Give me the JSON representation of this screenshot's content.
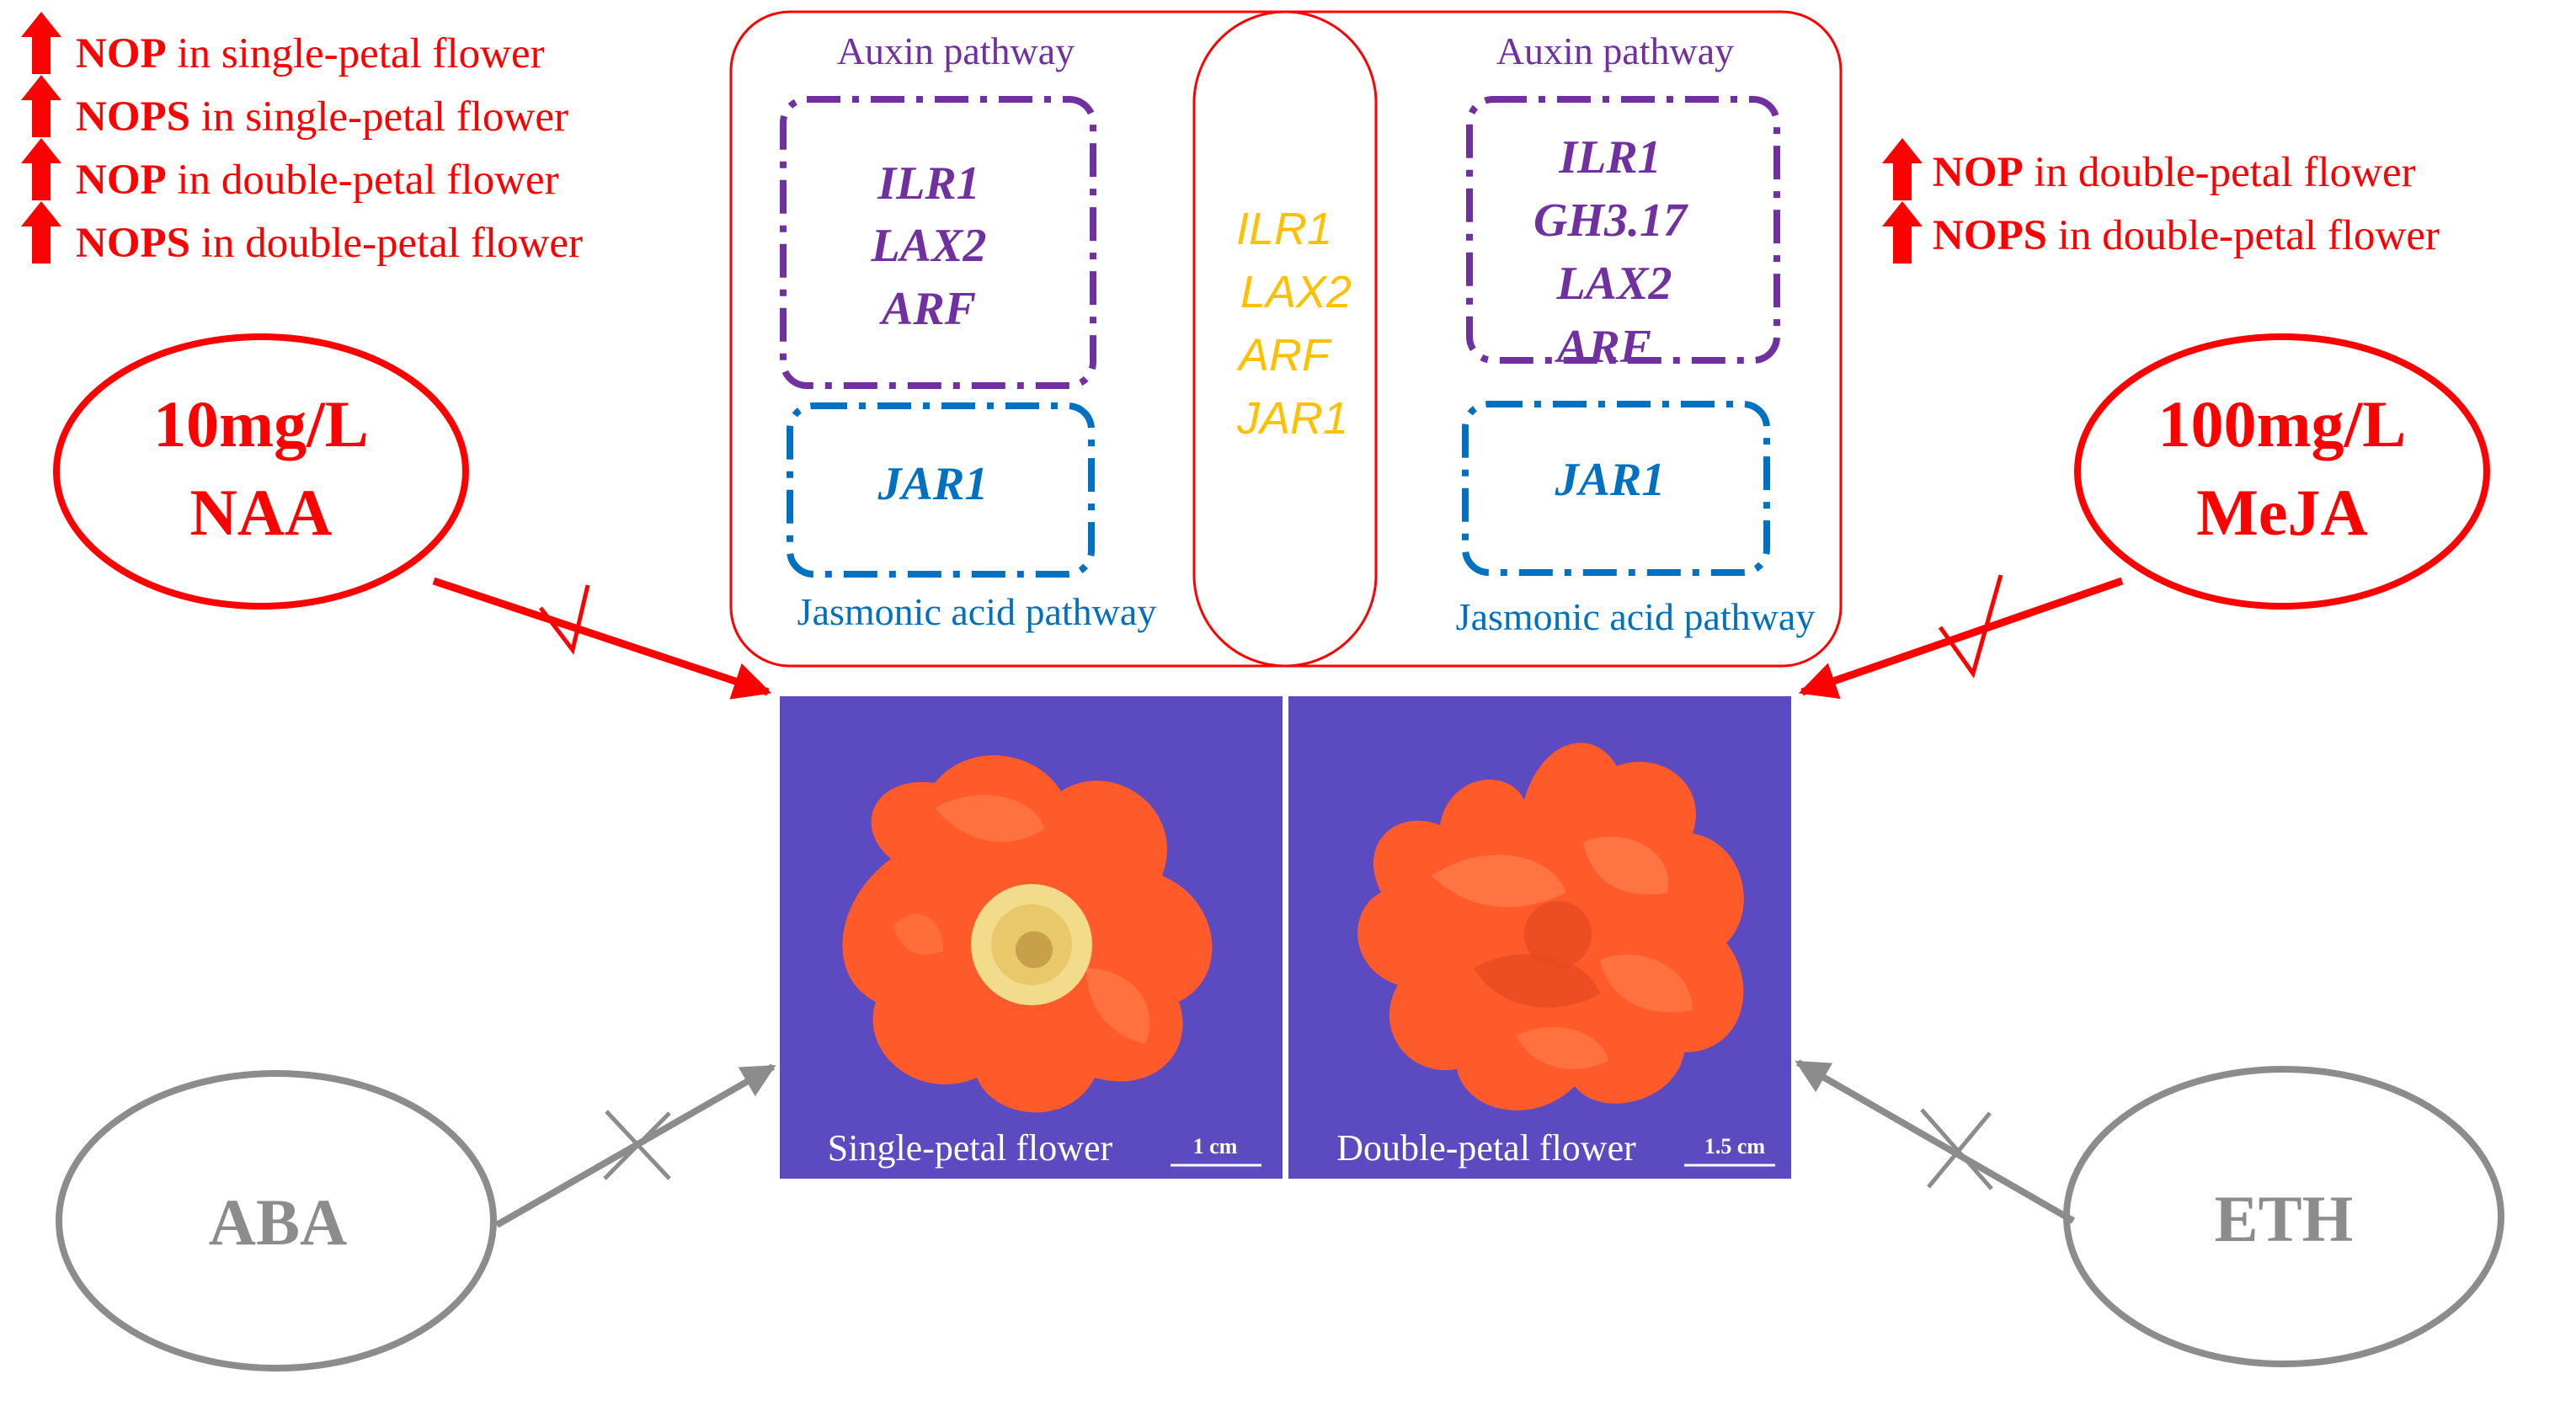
{
  "colors": {
    "red": "#ff0000",
    "purple": "#7030a0",
    "blue": "#0070c0",
    "orange_gold": "#ffc000",
    "gray": "#8c8c8c",
    "photo_bg": "#5b4ac0",
    "petal": "#ff5a2a",
    "stamen": "#f2dc8c"
  },
  "icons": {
    "up_arrow": "up-arrow-icon",
    "check": "check-mark-icon",
    "cross": "cross-mark-icon"
  },
  "left_notes": [
    {
      "bold": "NOP",
      "rest": " in single-petal flower"
    },
    {
      "bold": "NOPS",
      "rest": " in single-petal flower"
    },
    {
      "bold": "NOP",
      "rest": " in double-petal flower"
    },
    {
      "bold": "NOPS",
      "rest": " in double-petal flower"
    }
  ],
  "right_notes": [
    {
      "bold": "NOP",
      "rest": " in double-petal flower"
    },
    {
      "bold": "NOPS",
      "rest": " in double-petal flower"
    }
  ],
  "treatments": {
    "naa": {
      "line1": "10mg/L",
      "line2": "NAA"
    },
    "meja": {
      "line1": "100mg/L",
      "line2": "MeJA"
    },
    "aba": "ABA",
    "eth": "ETH"
  },
  "left_pathways": {
    "auxin_title": "Auxin pathway",
    "auxin_genes": [
      "ILR1",
      "LAX2",
      "ARF"
    ],
    "ja_genes": [
      "JAR1"
    ],
    "ja_title": "Jasmonic acid pathway"
  },
  "shared_genes": [
    "ILR1",
    "LAX2",
    "ARF",
    "JAR1"
  ],
  "right_pathways": {
    "auxin_title": "Auxin pathway",
    "auxin_genes": [
      "ILR1",
      "GH3.17",
      "LAX2",
      "ARF"
    ],
    "ja_genes": [
      "JAR1"
    ],
    "ja_title": "Jasmonic acid pathway"
  },
  "photos": {
    "single": {
      "caption": "Single-petal flower",
      "scale": "1 cm"
    },
    "double": {
      "caption": "Double-petal flower",
      "scale": "1.5 cm"
    }
  }
}
